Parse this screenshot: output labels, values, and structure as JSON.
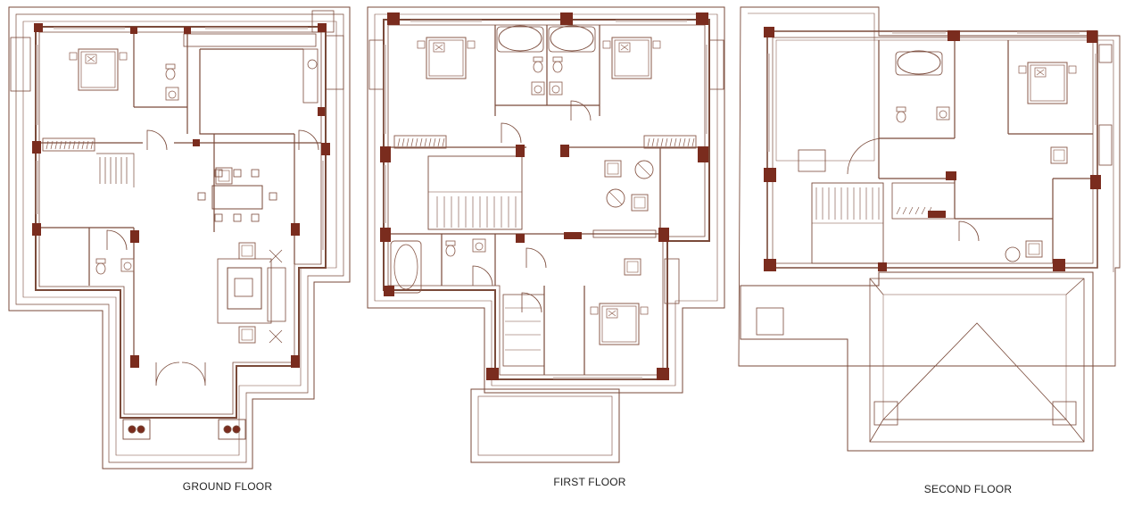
{
  "floors": [
    {
      "id": "ground",
      "label": "GROUND FLOOR"
    },
    {
      "id": "first",
      "label": "FIRST FLOOR"
    },
    {
      "id": "second",
      "label": "SECOND FLOOR"
    }
  ],
  "colors": {
    "wall": "#7a4a3a",
    "column": "#7a2c1e",
    "fixture": "#8a5a4a",
    "paper": "#ffffff",
    "label": "#222222"
  }
}
